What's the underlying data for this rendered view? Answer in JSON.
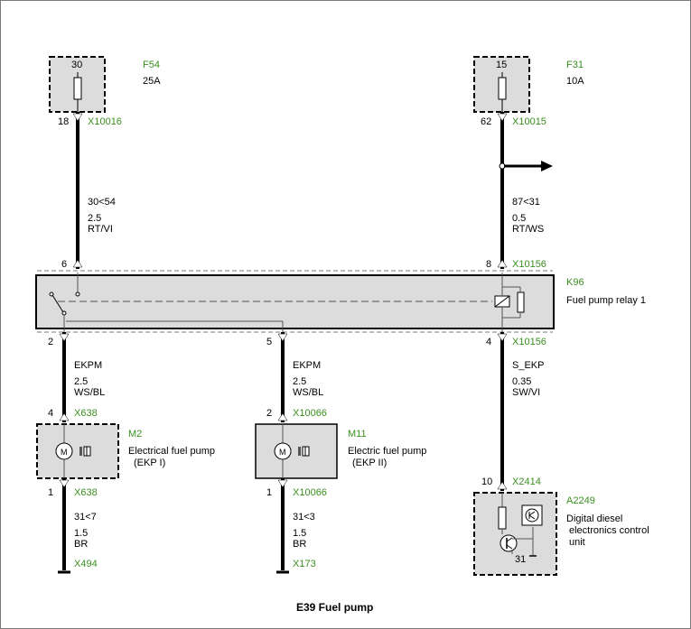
{
  "colors": {
    "accent_green": "#3a8f1f",
    "box_fill": "#dcdcdc",
    "wire": "#000000"
  },
  "components": {
    "f54": {
      "id": "F54",
      "pin": "30",
      "rating": "25A",
      "out_pin": "18",
      "connector": "X10016"
    },
    "f31": {
      "id": "F31",
      "pin": "15",
      "rating": "10A",
      "out_pin": "62",
      "connector": "X10015"
    },
    "k96": {
      "id": "K96",
      "name": "Fuel pump relay 1",
      "pin_6": "6",
      "pin_8": "8",
      "connector_top": "X10156",
      "pin_2": "2",
      "pin_5": "5",
      "pin_4": "4",
      "connector_bottom": "X10156"
    },
    "m2": {
      "id": "M2",
      "name_line1": "Electrical fuel pump",
      "name_line2": "(EKP I)",
      "top_pin": "4",
      "top_connector": "X638",
      "bottom_pin": "1",
      "bottom_connector": "X638",
      "motor_label": "M"
    },
    "m11": {
      "id": "M11",
      "name_line1": "Electric fuel pump",
      "name_line2": "(EKP II)",
      "top_pin": "2",
      "top_connector": "X10066",
      "bottom_pin": "1",
      "bottom_connector": "X10066",
      "motor_label": "M"
    },
    "a2249": {
      "id": "A2249",
      "name_line1": "Digital diesel",
      "name_line2": "electronics control",
      "name_line3": "unit",
      "pin": "10",
      "connector": "X2414",
      "ground_pin": "31"
    }
  },
  "wires": {
    "w1": {
      "signal": "30<54",
      "size": "2.5",
      "color": "RT/VI"
    },
    "w2": {
      "signal": "87<31",
      "size": "0.5",
      "color": "RT/WS"
    },
    "w3": {
      "signal": "EKPM",
      "size": "2.5",
      "color": "WS/BL"
    },
    "w4": {
      "signal": "EKPM",
      "size": "2.5",
      "color": "WS/BL"
    },
    "w5": {
      "signal": "S_EKP",
      "size": "0.35",
      "color": "SW/VI"
    },
    "w6": {
      "signal": "31<7",
      "size": "1.5",
      "color": "BR",
      "ground": "X494"
    },
    "w7": {
      "signal": "31<3",
      "size": "1.5",
      "color": "BR",
      "ground": "X173"
    }
  },
  "caption": "E39 Fuel pump"
}
